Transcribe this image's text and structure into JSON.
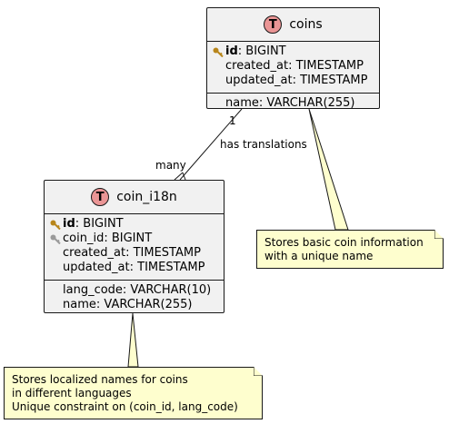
{
  "entities": {
    "coins": {
      "badge": "T",
      "name": "coins",
      "pk": "id",
      "pk_type": ": BIGINT",
      "fields": [
        "created_at: TIMESTAMP",
        "updated_at: TIMESTAMP"
      ],
      "columns": [
        "name: VARCHAR(255)"
      ]
    },
    "coin_i18n": {
      "badge": "T",
      "name": "coin_i18n",
      "pk": "id",
      "pk_type": ": BIGINT",
      "fk": "coin_id: BIGINT",
      "fields": [
        "created_at: TIMESTAMP",
        "updated_at: TIMESTAMP"
      ],
      "columns": [
        "lang_code: VARCHAR(10)",
        "name: VARCHAR(255)"
      ]
    }
  },
  "relation": {
    "label": "has translations",
    "from_cardinality": "1",
    "to_cardinality": "many"
  },
  "notes": {
    "coins_note": [
      "Stores basic coin information",
      "with a unique name"
    ],
    "coin_i18n_note": [
      "Stores localized names for coins",
      "in different languages",
      "Unique constraint on (coin_id, lang_code)"
    ]
  },
  "colors": {
    "entity_fill": "#f1f1f1",
    "badge_fill": "#ea9595",
    "note_fill": "#fefece",
    "line": "#181818",
    "pk_key": "#b8861b",
    "fk_key": "#9a9a9a"
  }
}
